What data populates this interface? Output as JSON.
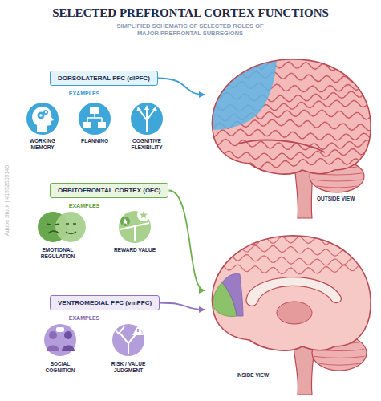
{
  "diagram": {
    "title": "SELECTED PREFRONTAL CORTEX FUNCTIONS",
    "caption": "SIMPLIFIED SCHEMATIC OF SELECTED ROLES OF MAJOR PREFRONTAL SUBREGIONS",
    "nodes": [
      {
        "text": [
          "DORSOLATERAL PFC (dlPFC)"
        ]
      },
      {
        "text": [
          "OUTSIDE VIEW"
        ]
      },
      {
        "text": [
          "ORBITOFRONTAL CORTEX (OFC)"
        ]
      },
      {
        "text": [
          "VENTROMEDIAL PFC (vmPFC)"
        ]
      },
      {
        "text": [
          "INSIDE VIEW"
        ]
      }
    ],
    "edges": [
      {
        "from": 0,
        "to": 1,
        "arrow": "to"
      },
      {
        "from": 2,
        "to": 4,
        "arrow": "to"
      },
      {
        "from": 3,
        "to": 4,
        "arrow": "to"
      }
    ],
    "labels": [
      "EXAMPLES",
      "WORKING MEMORY",
      "PLANNING",
      "COGNITIVE FLEXIBILITY",
      "EXAMPLES",
      "EMOTIONAL REGULATION",
      "REWARD VALUE",
      "EXAMPLES",
      "SOCIAL COGNITION",
      "RISK / VALUE JUDGMENT",
      "Adobe Stock | #1952509145"
    ]
  }
}
